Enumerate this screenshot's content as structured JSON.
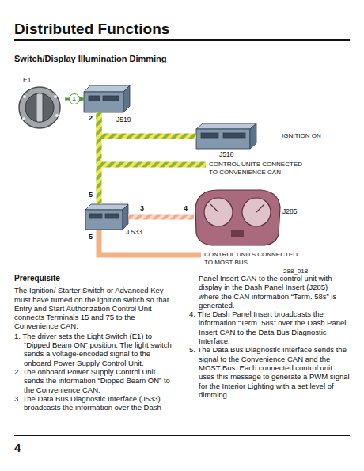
{
  "diagram": {
    "title": "Distributed Functions",
    "nodes": [
      {
        "text": [
          "E1"
        ]
      },
      {
        "text": [
          "J519"
        ]
      },
      {
        "text": [
          "J518"
        ]
      },
      {
        "text": [
          "J 533"
        ]
      },
      {
        "text": [
          "J285"
        ]
      }
    ],
    "edges": [
      {
        "from": 0,
        "to": 1,
        "label": "1",
        "arrow": "to"
      },
      {
        "from": 1,
        "to": 2,
        "arrow": "none"
      },
      {
        "from": 1,
        "to": 3,
        "label": "2",
        "arrow": "none"
      },
      {
        "from": 3,
        "to": 4,
        "label": "3",
        "arrow": "none"
      }
    ],
    "labels": [
      "Switch/Display Illumination Dimming",
      "IGNITION ON",
      "CONTROL UNITS CONNECTED TO CONVENIENCE CAN",
      "5",
      "4",
      "5",
      "CONTROL UNITS CONNECTED TO MOST BUS",
      "288_018",
      "Prerequisite",
      "The Ignition/ Starter Switch or Advanced Key must have turned on the ignition switch so that Entry and Start Authorization Control Unit connects Terminals 15 and 75 to the Convenience CAN.",
      "1. The driver sets the Light Switch (E1) to “Dipped Beam ON” position. The light switch sends a voltage-encoded signal to the onboard Power Supply Control Unit.",
      "2. The onboard Power Supply Control Unit sends the information “Dipped Beam ON” to the Convenience CAN.",
      "3. The Data Bus Diagnostic Interface (J533) broadcasts the information over the Dash Panel Insert CAN to the control unit with display in the Dash Panel Insert (J285) where the CAN information “Term. 58s” is generated.",
      "4. The Dash Panel Insert broadcasts the information “Term. 58s” over the Dash Panel Insert CAN to the Data Bus Diagnostic Interface.",
      "5. The Data Bus Diagnostic Interface sends the signal to the Convenience CAN and the MOST Bus. Each connected control unit uses this message to generate a PWM signal for the Interior Lighting with a set level of dimming.",
      "4"
    ]
  }
}
